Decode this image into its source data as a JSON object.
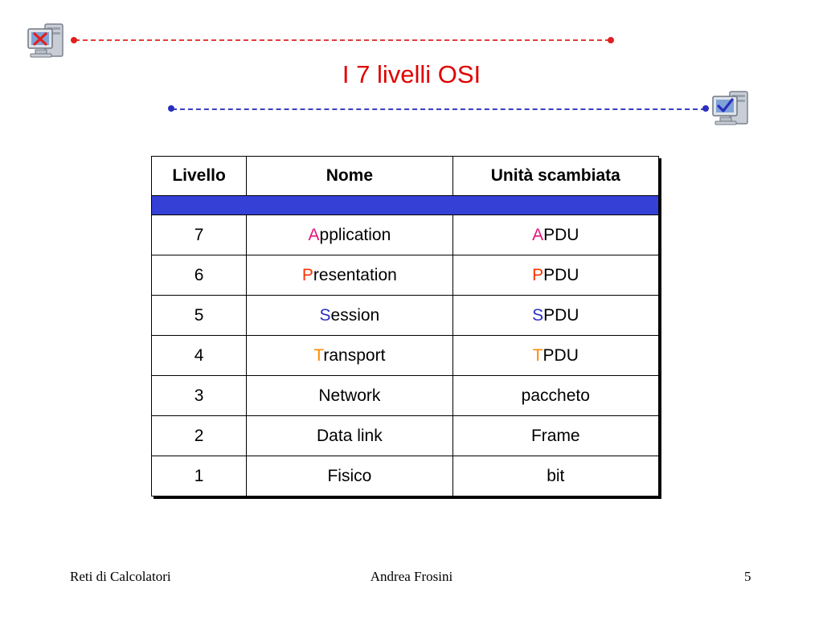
{
  "slide": {
    "title": "I 7 livelli OSI"
  },
  "table": {
    "headers": {
      "level": "Livello",
      "name": "Nome",
      "unit": "Unità scambiata"
    },
    "rows": [
      {
        "level": "7",
        "name_initial": "A",
        "name_rest": "pplication",
        "unit_initial": "A",
        "unit_rest": "PDU",
        "initial_color": "#e8137b"
      },
      {
        "level": "6",
        "name_initial": "P",
        "name_rest": "resentation",
        "unit_initial": "P",
        "unit_rest": "PDU",
        "initial_color": "#ff3300"
      },
      {
        "level": "5",
        "name_initial": "S",
        "name_rest": "ession",
        "unit_initial": "S",
        "unit_rest": "PDU",
        "initial_color": "#2a2fc0"
      },
      {
        "level": "4",
        "name_initial": "T",
        "name_rest": "ransport",
        "unit_initial": "T",
        "unit_rest": "PDU",
        "initial_color": "#ff8a00"
      },
      {
        "level": "3",
        "name_initial": "",
        "name_rest": "Network",
        "unit_initial": "",
        "unit_rest": "paccheto",
        "initial_color": ""
      },
      {
        "level": "2",
        "name_initial": "",
        "name_rest": "Data link",
        "unit_initial": "",
        "unit_rest": "Frame",
        "initial_color": ""
      },
      {
        "level": "1",
        "name_initial": "",
        "name_rest": "Fisico",
        "unit_initial": "",
        "unit_rest": "bit",
        "initial_color": ""
      }
    ],
    "band_color": "#3440d6"
  },
  "footer": {
    "left": "Reti di Calcolatori",
    "center": "Andrea Frosini",
    "right": "5"
  },
  "colors": {
    "title": "#e00000",
    "top_connector": "#e02020",
    "bottom_connector": "#2a2fc0"
  },
  "icons": {
    "left": "computer-error-icon",
    "right": "computer-check-icon"
  }
}
